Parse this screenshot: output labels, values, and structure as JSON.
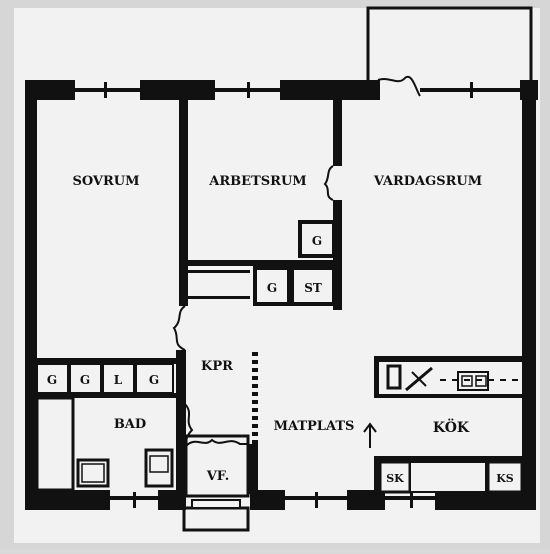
{
  "plan": {
    "rooms": {
      "sovrum": "SOVRUM",
      "arbetsrum": "ARBETSRUM",
      "vardagsrum": "VARDAGSRUM",
      "kpr": "KPR",
      "bad": "BAD",
      "matplats": "MATPLATS",
      "kok": "KÖK",
      "vf": "VF."
    },
    "closets": {
      "arbetsrum_g": "G",
      "hall_g": "G",
      "hall_st": "ST",
      "bad_g1": "G",
      "bad_g2": "G",
      "bad_l": "L",
      "bad_g3": "G"
    },
    "kitchen": {
      "sk": "SK",
      "ks": "KS"
    }
  }
}
